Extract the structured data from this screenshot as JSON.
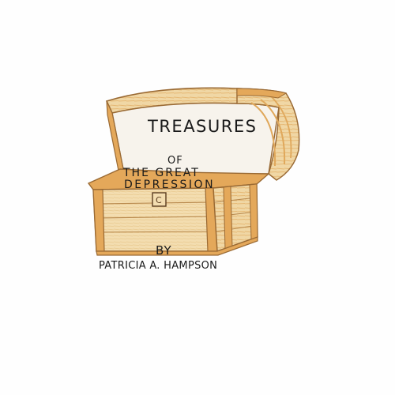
{
  "cover": {
    "title": "TREASURES",
    "subtitle_of": "OF",
    "subtitle_the_great": "THE GREAT",
    "subtitle_depression": "DEPRESSION",
    "by_label": "BY",
    "author": "PATRICIA A. HAMPSON",
    "lock_letter": "C"
  },
  "colors": {
    "wood_light": "#f3ddb0",
    "wood_orange": "#e4a85a",
    "wood_outline": "#9a6a34",
    "lid_inner": "#f7f3ec",
    "ink": "#1a1a1a",
    "background": "#fefefe"
  }
}
